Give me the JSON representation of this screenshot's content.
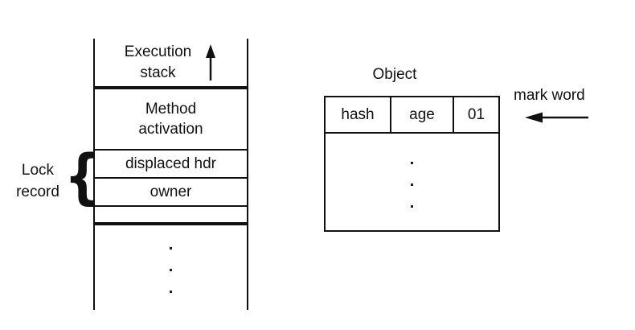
{
  "colors": {
    "ink": "#111111",
    "background": "#ffffff"
  },
  "stack": {
    "title_line1": "Execution",
    "title_line2": "stack",
    "cells": {
      "method_line1": "Method",
      "method_line2": "activation",
      "displaced_hdr": "displaced hdr",
      "owner": "owner"
    },
    "ellipsis_dot": "."
  },
  "lock_record": {
    "line1": "Lock",
    "line2": "record",
    "brace": "{"
  },
  "object": {
    "title": "Object",
    "header": [
      "hash",
      "age",
      "01"
    ],
    "ellipsis_dot": "."
  },
  "mark_word": {
    "label": "mark word"
  },
  "icons": {
    "stack_growth": "up-arrow-icon",
    "mark_word_pointer": "left-arrow-icon"
  }
}
